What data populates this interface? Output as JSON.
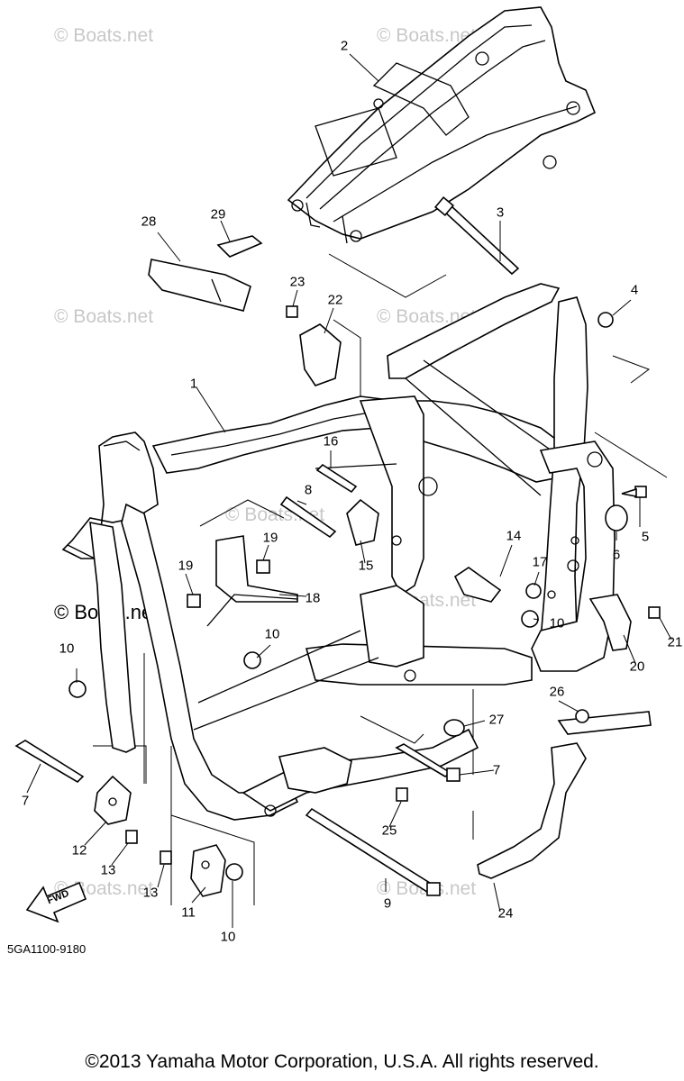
{
  "watermarks": [
    "© Boats.net",
    "© Boats.net",
    "© Boats.net",
    "© Boats.net",
    "© Boats.net",
    "© Boats.net",
    "© Boats.net",
    "© Boats.net"
  ],
  "watermark_bold": "© Boats.net",
  "catalog_number": "5GA1100-9180",
  "copyright": "©2013 Yamaha Motor Corporation, U.S.A. All rights reserved.",
  "fwd_label": "FWD",
  "callouts": [
    "1",
    "2",
    "3",
    "4",
    "5",
    "6",
    "7",
    "7",
    "8",
    "9",
    "10",
    "10",
    "10",
    "10",
    "11",
    "12",
    "13",
    "13",
    "14",
    "15",
    "16",
    "17",
    "18",
    "19",
    "19",
    "20",
    "21",
    "22",
    "23",
    "24",
    "25",
    "26",
    "27",
    "28",
    "29"
  ]
}
